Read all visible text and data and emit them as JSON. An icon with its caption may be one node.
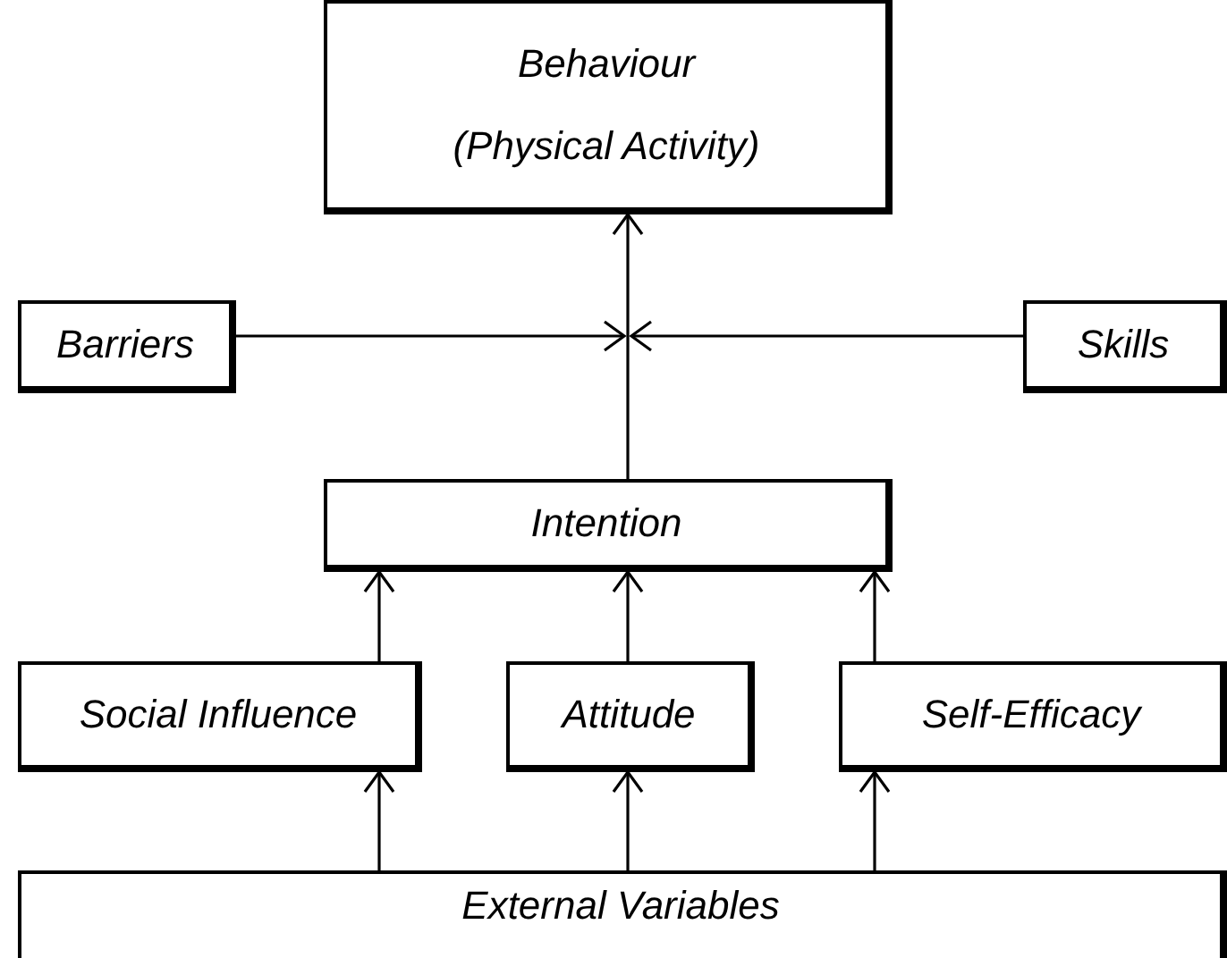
{
  "diagram": {
    "nodes": [
      {
        "text": [
          "Behaviour",
          "(Physical Activity)"
        ]
      },
      {
        "text": [
          "Barriers"
        ]
      },
      {
        "text": [
          "Skills"
        ]
      },
      {
        "text": [
          "Intention"
        ]
      },
      {
        "text": [
          "Social Influence"
        ]
      },
      {
        "text": [
          "Attitude"
        ]
      },
      {
        "text": [
          "Self-Efficacy"
        ]
      },
      {
        "text": [
          "External Variables"
        ]
      }
    ],
    "edges": [
      {
        "from": 1,
        "to": null,
        "arrow": "to"
      },
      {
        "from": 2,
        "to": null,
        "arrow": "to"
      },
      {
        "from": 3,
        "to": 0,
        "arrow": "to"
      },
      {
        "from": 4,
        "to": 3,
        "arrow": "to"
      },
      {
        "from": 5,
        "to": 3,
        "arrow": "to"
      },
      {
        "from": 6,
        "to": 3,
        "arrow": "to"
      },
      {
        "from": 7,
        "to": 4,
        "arrow": "to"
      },
      {
        "from": 7,
        "to": 5,
        "arrow": "to"
      },
      {
        "from": 7,
        "to": 6,
        "arrow": "to"
      }
    ]
  }
}
